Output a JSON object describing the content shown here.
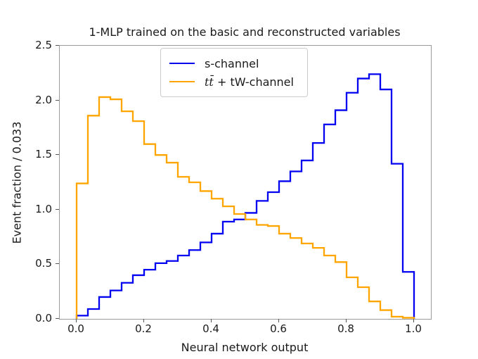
{
  "title": "1-MLP trained on the basic and reconstructed variables",
  "x_axis": {
    "label": "Neural network output",
    "tick_labels": [
      "0.0",
      "0.2",
      "0.4",
      "0.6",
      "0.8",
      "1.0"
    ],
    "tick_values": [
      0.0,
      0.2,
      0.4,
      0.6,
      0.8,
      1.0
    ]
  },
  "y_axis": {
    "label": "Event fraction / 0.033",
    "tick_labels": [
      "0.0",
      "0.5",
      "1.0",
      "1.5",
      "2.0",
      "2.5"
    ],
    "tick_values": [
      0.0,
      0.5,
      1.0,
      1.5,
      2.0,
      2.5
    ]
  },
  "legend": {
    "entries": [
      {
        "label_math": "",
        "label_text": "s-channel",
        "color": "#0202f0"
      },
      {
        "label_math": "tt̄",
        "label_text": " + tW-channel",
        "color": "#ffa500"
      }
    ]
  },
  "chart_data": {
    "type": "line",
    "subtype": "step-histogram",
    "title": "1-MLP trained on the basic and reconstructed variables",
    "xlabel": "Neural network output",
    "ylabel": "Event fraction / 0.033",
    "xlim": [
      -0.05,
      1.05
    ],
    "ylim": [
      0,
      2.5
    ],
    "bins": 30,
    "bin_range": [
      0.0,
      1.0
    ],
    "bin_width": 0.033,
    "grid": false,
    "legend_position": "upper center",
    "series": [
      {
        "name": "s-channel",
        "color": "#0202f0",
        "values": [
          0.03,
          0.09,
          0.2,
          0.26,
          0.33,
          0.4,
          0.45,
          0.51,
          0.53,
          0.58,
          0.63,
          0.7,
          0.78,
          0.89,
          0.91,
          0.97,
          1.08,
          1.16,
          1.26,
          1.35,
          1.45,
          1.61,
          1.78,
          1.91,
          2.07,
          2.2,
          2.24,
          2.1,
          1.42,
          0.43
        ]
      },
      {
        "name": "tt̄ + tW-channel",
        "color": "#ffa500",
        "values": [
          1.24,
          1.86,
          2.03,
          2.01,
          1.9,
          1.81,
          1.6,
          1.5,
          1.43,
          1.3,
          1.25,
          1.17,
          1.1,
          1.03,
          0.96,
          0.91,
          0.86,
          0.85,
          0.78,
          0.74,
          0.69,
          0.65,
          0.58,
          0.52,
          0.38,
          0.29,
          0.16,
          0.08,
          0.02,
          0.01
        ]
      }
    ]
  }
}
